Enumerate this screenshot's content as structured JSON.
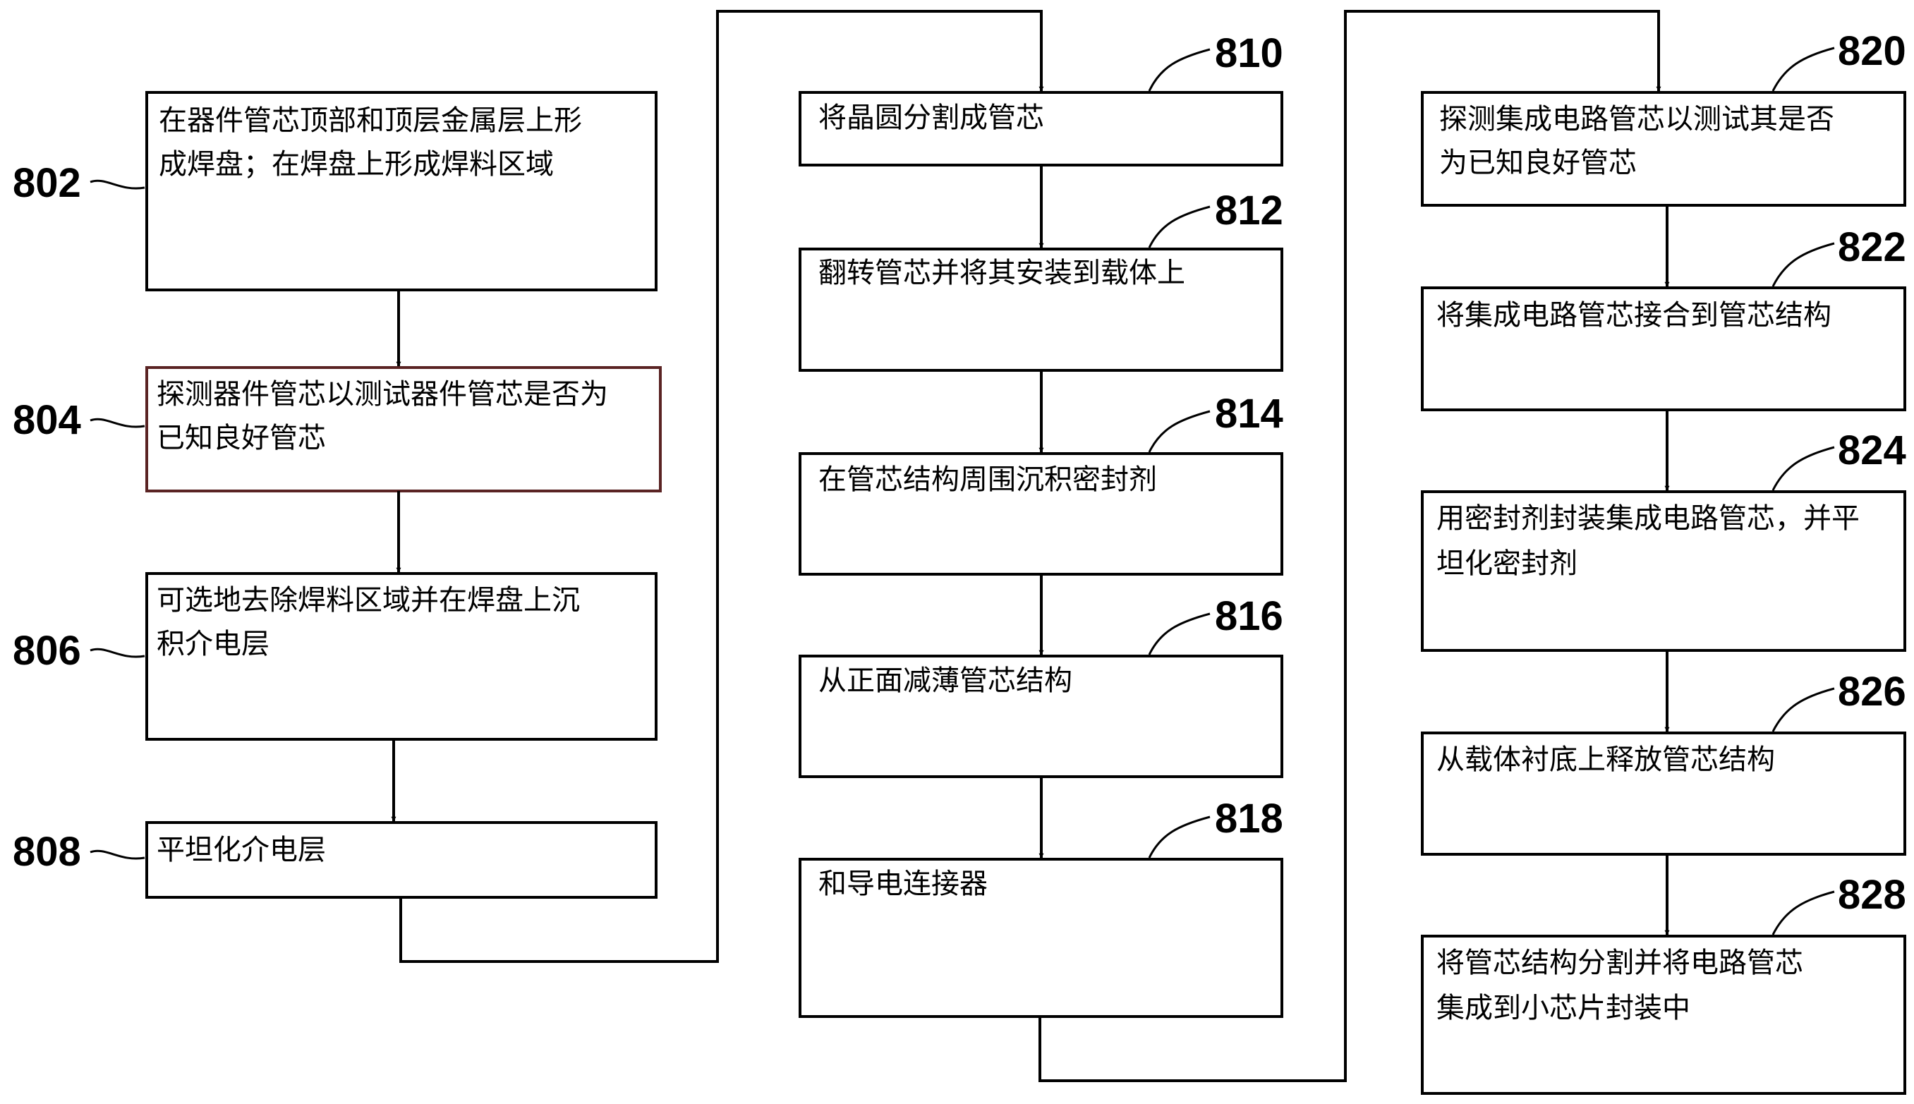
{
  "steps": [
    {
      "id": "802",
      "label": "802",
      "lines": [
        "在器件管芯顶部和顶层金属层上形",
        "成焊盘；在焊盘上形成焊料区域"
      ]
    },
    {
      "id": "804",
      "label": "804",
      "lines": [
        "探测器件管芯以测试器件管芯是否为",
        "已知良好管芯"
      ]
    },
    {
      "id": "806",
      "label": "806",
      "lines": [
        "可选地去除焊料区域并在焊盘上沉",
        "积介电层"
      ]
    },
    {
      "id": "808",
      "label": "808",
      "lines": [
        "平坦化介电层"
      ]
    },
    {
      "id": "810",
      "label": "810",
      "lines": [
        "将晶圆分割成管芯"
      ]
    },
    {
      "id": "812",
      "label": "812",
      "lines": [
        "翻转管芯并将其安装到载体上"
      ]
    },
    {
      "id": "814",
      "label": "814",
      "lines": [
        "在管芯结构周围沉积密封剂"
      ]
    },
    {
      "id": "816",
      "label": "816",
      "lines": [
        "从正面减薄管芯结构"
      ]
    },
    {
      "id": "818",
      "label": "818",
      "lines": [
        "和导电连接器"
      ]
    },
    {
      "id": "820",
      "label": "820",
      "lines": [
        "探测集成电路管芯以测试其是否",
        "为已知良好管芯"
      ]
    },
    {
      "id": "822",
      "label": "822",
      "lines": [
        "将集成电路管芯接合到管芯结构"
      ]
    },
    {
      "id": "824",
      "label": "824",
      "lines": [
        "用密封剂封装集成电路管芯，并平",
        "坦化密封剂"
      ]
    },
    {
      "id": "826",
      "label": "826",
      "lines": [
        "从载体衬底上释放管芯结构"
      ]
    },
    {
      "id": "828",
      "label": "828",
      "lines": [
        "将管芯结构分割并将电路管芯",
        "集成到小芯片封装中"
      ]
    }
  ]
}
